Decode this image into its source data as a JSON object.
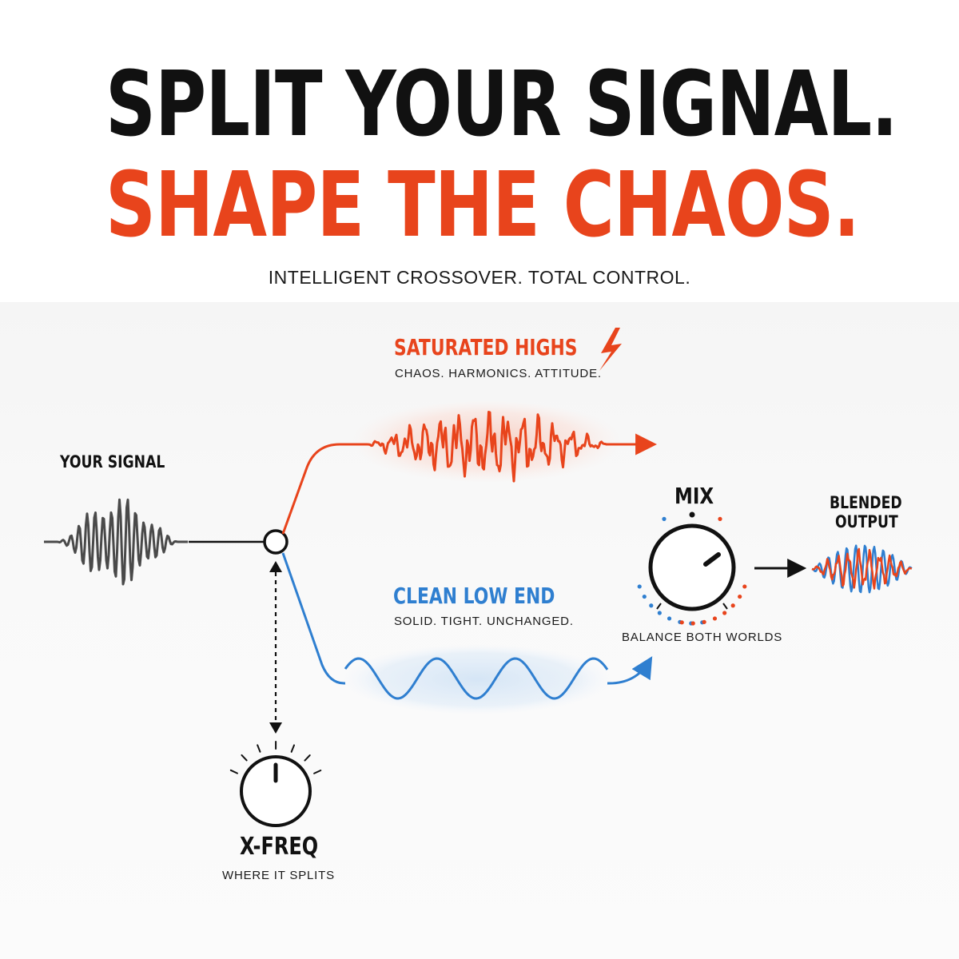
{
  "headline": {
    "line1": "SPLIT YOUR SIGNAL.",
    "line2": "SHAPE THE CHAOS.",
    "tagline": "INTELLIGENT CROSSOVER. TOTAL CONTROL."
  },
  "input": {
    "label": "YOUR SIGNAL"
  },
  "highs": {
    "title": "SATURATED HIGHS",
    "description": "CHAOS. HARMONICS. ATTITUDE.",
    "icon": "lightning-bolt-icon"
  },
  "lows": {
    "title": "CLEAN LOW END",
    "description": "SOLID. TIGHT. UNCHANGED."
  },
  "mix": {
    "label": "MIX",
    "caption": "BALANCE BOTH WORLDS"
  },
  "output": {
    "line1": "BLENDED",
    "line2": "OUTPUT"
  },
  "xfreq": {
    "label": "X-FREQ",
    "caption": "WHERE IT SPLITS"
  },
  "colors": {
    "accent_red": "#e8441c",
    "accent_blue": "#2f7fd0",
    "ink": "#111111"
  }
}
